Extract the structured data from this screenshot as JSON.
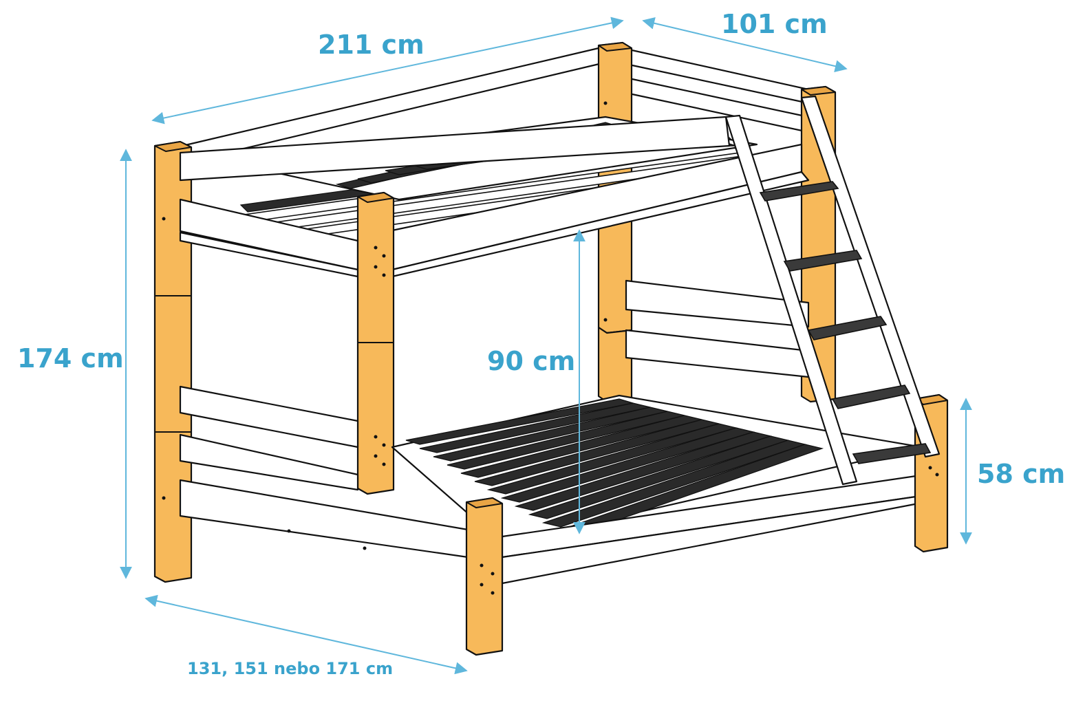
{
  "dimensions": {
    "length": "211 cm",
    "depth": "101 cm",
    "height": "174 cm",
    "clearance": "90 cm",
    "bottom_height": "58 cm",
    "bottom_width": "131, 151 nebo 171 cm"
  },
  "colors": {
    "dimension": "#3aa3cc",
    "wood_post": "#f7b95a",
    "outline": "#111111",
    "panel": "#ffffff"
  }
}
